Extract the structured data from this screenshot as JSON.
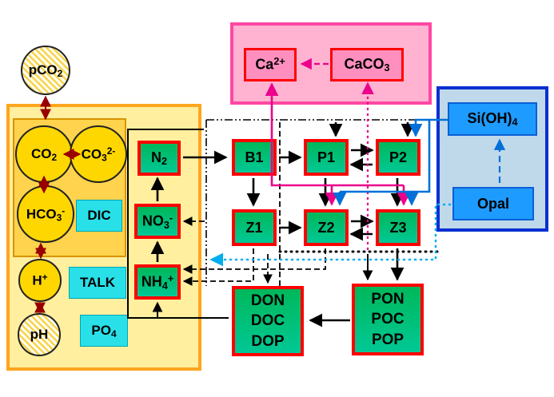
{
  "colors": {
    "panel_yellow_bg": "#FFEF9E",
    "panel_yellow_border": "#FFA51E",
    "gold_box_bg": "#FFD34D",
    "gold_box_border": "#D99400",
    "circle_gold": "#FFD700",
    "cyan_box": "#29E0E8",
    "green_box": "#00B85A",
    "green_box_border": "#FF0000",
    "pink_panel_bg": "#FFB3D1",
    "pink_panel_border": "#FF47A3",
    "pink_box_bg": "#FF8FBE",
    "blue_panel_bg": "#BFD9EA",
    "blue_panel_border": "#0A2FD1",
    "blue_box_bg": "#1E9BFF",
    "arrow_black": "#000000",
    "arrow_darkred": "#990000",
    "arrow_magenta": "#EC008C",
    "arrow_blue": "#0070D8",
    "arrow_lightblue": "#00AEEF"
  },
  "carbonate": {
    "pco2": {
      "base": "pCO",
      "sub": "2"
    },
    "co2": {
      "base": "CO",
      "sub": "2"
    },
    "co3": {
      "base": "CO",
      "sub": "3",
      "sup": "2-"
    },
    "hco3": {
      "base": "HCO",
      "sub": "3",
      "sup": "-"
    },
    "dic": "DIC",
    "h": {
      "base": "H",
      "sup": "+"
    },
    "talk": "TALK",
    "ph": "pH",
    "po4": {
      "base": "PO",
      "sub": "4"
    }
  },
  "nitrogen": {
    "n2": {
      "base": "N",
      "sub": "2"
    },
    "no3": {
      "base": "NO",
      "sub": "3",
      "sup": "-"
    },
    "nh4": {
      "base": "NH",
      "sub": "4",
      "sup": "+"
    }
  },
  "plankton": {
    "b1": "B1",
    "p1": "P1",
    "p2": "P2",
    "z1": "Z1",
    "z2": "Z2",
    "z3": "Z3"
  },
  "organic": {
    "dissolved": [
      "DON",
      "DOC",
      "DOP"
    ],
    "particulate": [
      "PON",
      "POC",
      "POP"
    ]
  },
  "calcium": {
    "ca": {
      "base": "Ca",
      "sup": "2+"
    },
    "caco3": {
      "base": "CaCO",
      "sub": "3"
    }
  },
  "silica": {
    "sioh4": {
      "base": "Si(OH)",
      "sub": "4"
    },
    "opal": "Opal"
  }
}
